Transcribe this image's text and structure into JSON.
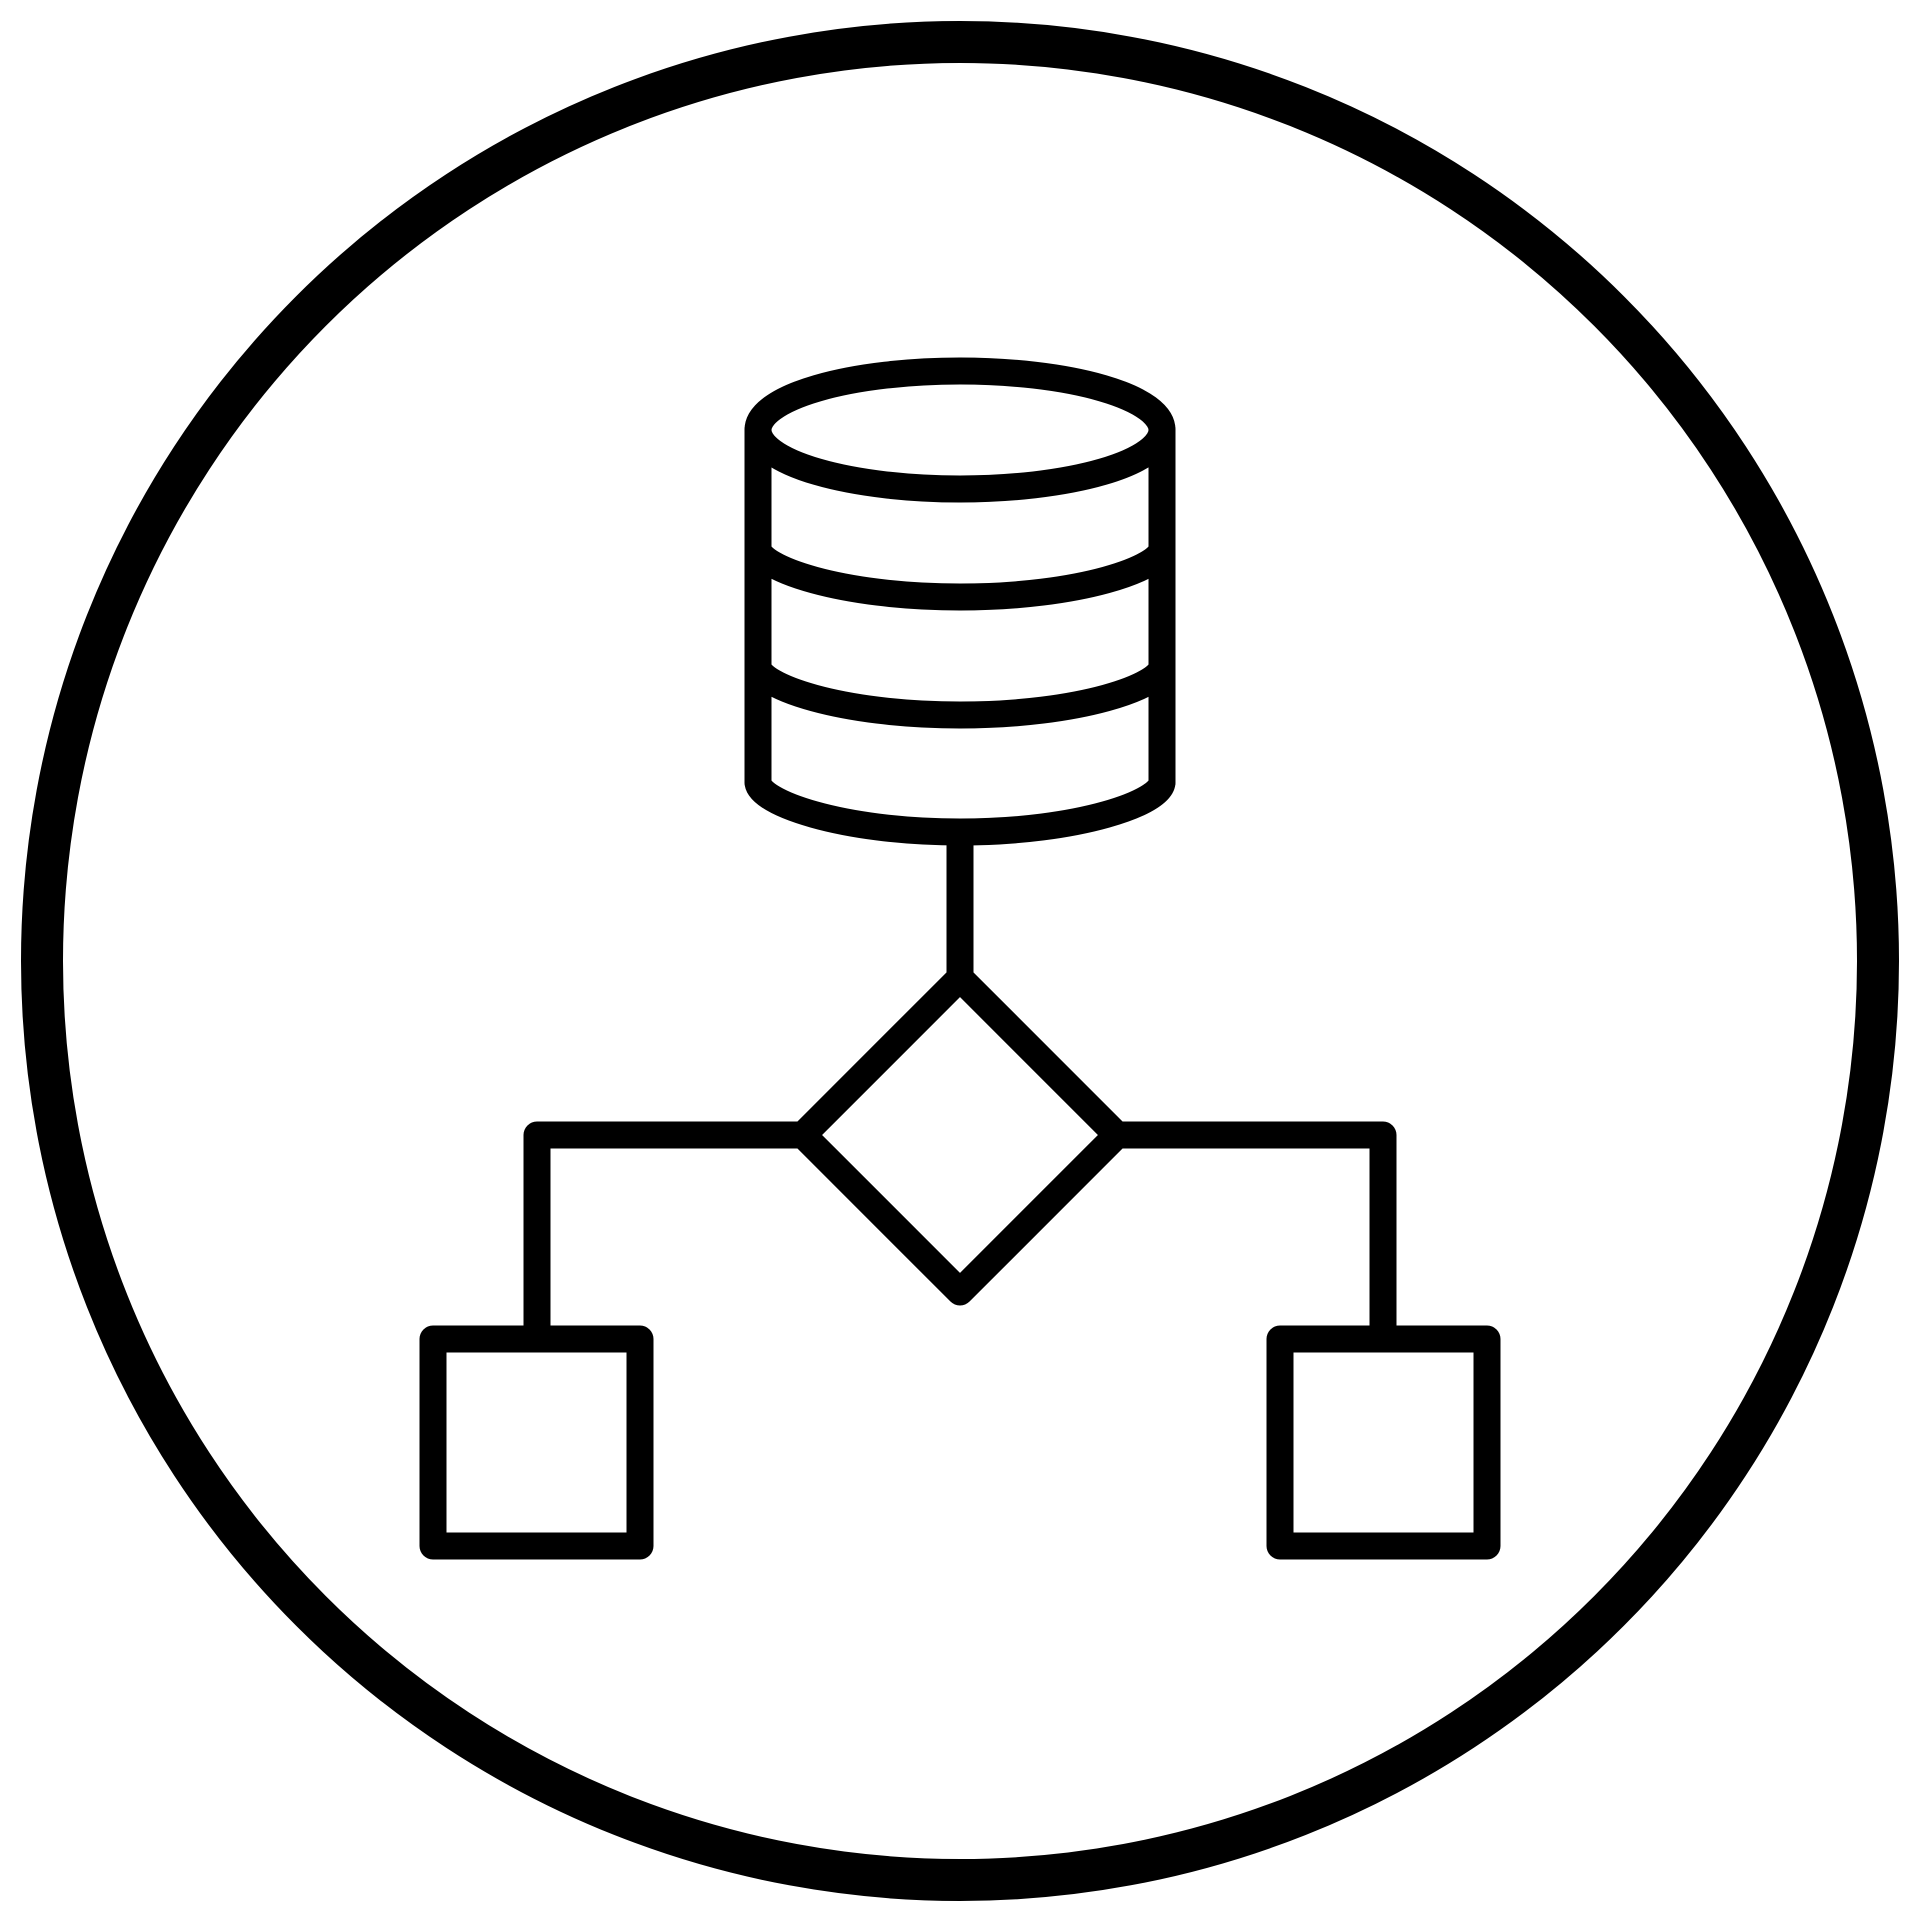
{
  "icon": {
    "name": "database-decision-flow-icon",
    "stroke_color": "#000000",
    "background_color": "#ffffff",
    "elements": [
      "outer-circle",
      "database-cylinder",
      "connector-line",
      "decision-diamond",
      "left-branch",
      "right-branch",
      "left-process-box",
      "right-process-box"
    ]
  }
}
